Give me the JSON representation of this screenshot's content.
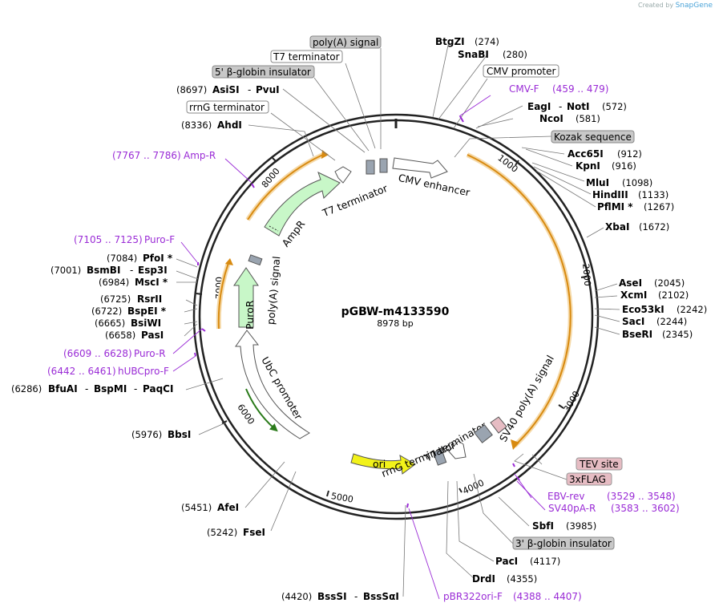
{
  "credit": {
    "created_by": "Created by",
    "product": "SnapGene"
  },
  "plasmid": {
    "name": "pGBW-m4133590",
    "length_label": "8978 bp"
  },
  "ticks": [
    "1000",
    "2000",
    "3000",
    "4000",
    "5000",
    "6000",
    "7000",
    "8000"
  ],
  "features": {
    "cmv_enhancer": "CMV enhancer",
    "t7_top": "T7 terminator",
    "ampr": "AmpR",
    "puror": "PuroR",
    "polya_left": "poly(A) signal",
    "ubc": "UbC promoter",
    "ori": "ori",
    "rrng_bottom": "rrnG terminator",
    "t7_bottom": "T7 terminator",
    "sv40": "SV40 poly(A) signal"
  },
  "site_labels": {
    "polya_signal": "poly(A) signal",
    "t7_terminator": "T7 terminator",
    "b_globin_5": "5' β-globin insulator",
    "asisi_pos": "(8697)",
    "asisi": "AsiSI",
    "sep1": "-",
    "pvui": "PvuI",
    "rrng_terminator": "rrnG terminator",
    "ahdi_pos": "(8336)",
    "ahdi": "AhdI",
    "ampr_primer": "Amp-R",
    "ampr_primer_pos": "(7767 .. 7786)",
    "puro_f": "Puro-F",
    "puro_f_pos": "(7105 .. 7125)",
    "pfoi_pos": "(7084)",
    "pfoi": "PfoI *",
    "bsmbi_pos": "(7001)",
    "bsmbi": "BsmBI",
    "sep2": "-",
    "esp3i": "Esp3I",
    "msci_pos": "(6984)",
    "msci": "MscI *",
    "rsrii_pos": "(6725)",
    "rsrii": "RsrII",
    "bspei_pos": "(6722)",
    "bspei": "BspEI *",
    "bsiwi_pos": "(6665)",
    "bsiwi": "BsiWI",
    "pasi_pos": "(6658)",
    "pasi": "PasI",
    "puro_r": "Puro-R",
    "puro_r_pos": "(6609 .. 6628)",
    "hubcpro_f": "hUBCpro-F",
    "hubcpro_f_pos": "(6442 .. 6461)",
    "bfuai_pos": "(6286)",
    "bfuai": "BfuAI",
    "sep3": "-",
    "bspmi": "BspMI",
    "sep4": "-",
    "paqci": "PaqCI",
    "bbsi_pos": "(5976)",
    "bbsi": "BbsI",
    "afei_pos": "(5451)",
    "afei": "AfeI",
    "fsei_pos": "(5242)",
    "fsei": "FseI",
    "bsssi_pos": "(4420)",
    "bsssi": "BssSI",
    "sep5": "-",
    "bsssai": "BssSαI",
    "btgzi": "BtgZI",
    "btgzi_pos": "(274)",
    "snabi": "SnaBI",
    "snabi_pos": "(280)",
    "cmv_promoter": "CMV promoter",
    "cmv_f": "CMV-F",
    "cmv_f_pos": "(459 .. 479)",
    "eagi": "EagI",
    "sep6": "-",
    "noti": "NotI",
    "noti_pos": "(572)",
    "ncoi": "NcoI",
    "ncoi_pos": "(581)",
    "kozak": "Kozak sequence",
    "acc65i": "Acc65I",
    "acc65i_pos": "(912)",
    "kpni": "KpnI",
    "kpni_pos": "(916)",
    "mlui": "MluI",
    "mlui_pos": "(1098)",
    "hindiii": "HindIII",
    "hindiii_pos": "(1133)",
    "pflmi": "PflMI *",
    "pflmi_pos": "(1267)",
    "xbai": "XbaI",
    "xbai_pos": "(1672)",
    "asei": "AseI",
    "asei_pos": "(2045)",
    "xcmi": "XcmI",
    "xcmi_pos": "(2102)",
    "eco53ki": "Eco53kI",
    "eco53ki_pos": "(2242)",
    "saci": "SacI",
    "saci_pos": "(2244)",
    "bseri": "BseRI",
    "bseri_pos": "(2345)",
    "tev": "TEV site",
    "flag": "3xFLAG",
    "ebv_rev": "EBV-rev",
    "ebv_rev_pos": "(3529 .. 3548)",
    "sv40pa_r": "SV40pA-R",
    "sv40pa_r_pos": "(3583 .. 3602)",
    "sbfi": "SbfI",
    "sbfi_pos": "(3985)",
    "b_globin_3": "3' β-globin insulator",
    "paci": "PacI",
    "paci_pos": "(4117)",
    "drdi": "DrdI",
    "drdi_pos": "(4355)",
    "pbr_f": "pBR322ori-F",
    "pbr_f_pos": "(4388 .. 4407)"
  },
  "colors": {
    "primer": "#9a2bd6",
    "orf_fill": "#c8f7c8",
    "ori_fill": "#f2f21a",
    "terminator_fill": "#9aa4b0",
    "tag_fill": "#e6bcc3",
    "badge_grey": "#c8c8c8",
    "insert_orange": "#f0a848"
  }
}
